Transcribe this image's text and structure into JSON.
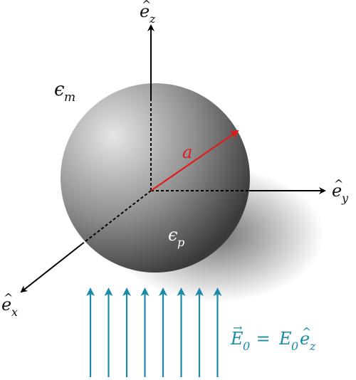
{
  "labels": {
    "ez": {
      "base": "e",
      "hat": "^",
      "sub": "z"
    },
    "ey": {
      "base": "e",
      "hat": "^",
      "sub": "y"
    },
    "ex": {
      "base": "e",
      "hat": "^",
      "sub": "x"
    },
    "eps_m": {
      "base": "ϵ",
      "sub": "m"
    },
    "eps_p": {
      "base": "ϵ",
      "sub": "p"
    },
    "radius": "a",
    "field": {
      "E": "E",
      "sub0": "0",
      "eq": " = ",
      "E2": "E",
      "sub02": "0",
      "e": "e",
      "subz": "z"
    }
  },
  "colors": {
    "axis": "#000000",
    "radius": "#e31a1c",
    "field": "#1b8aaa",
    "sphere_light": "#e6e6e6",
    "sphere_dark": "#3a3a3a",
    "eps_p_text": "#ffffff"
  },
  "field_arrow_count": 8
}
